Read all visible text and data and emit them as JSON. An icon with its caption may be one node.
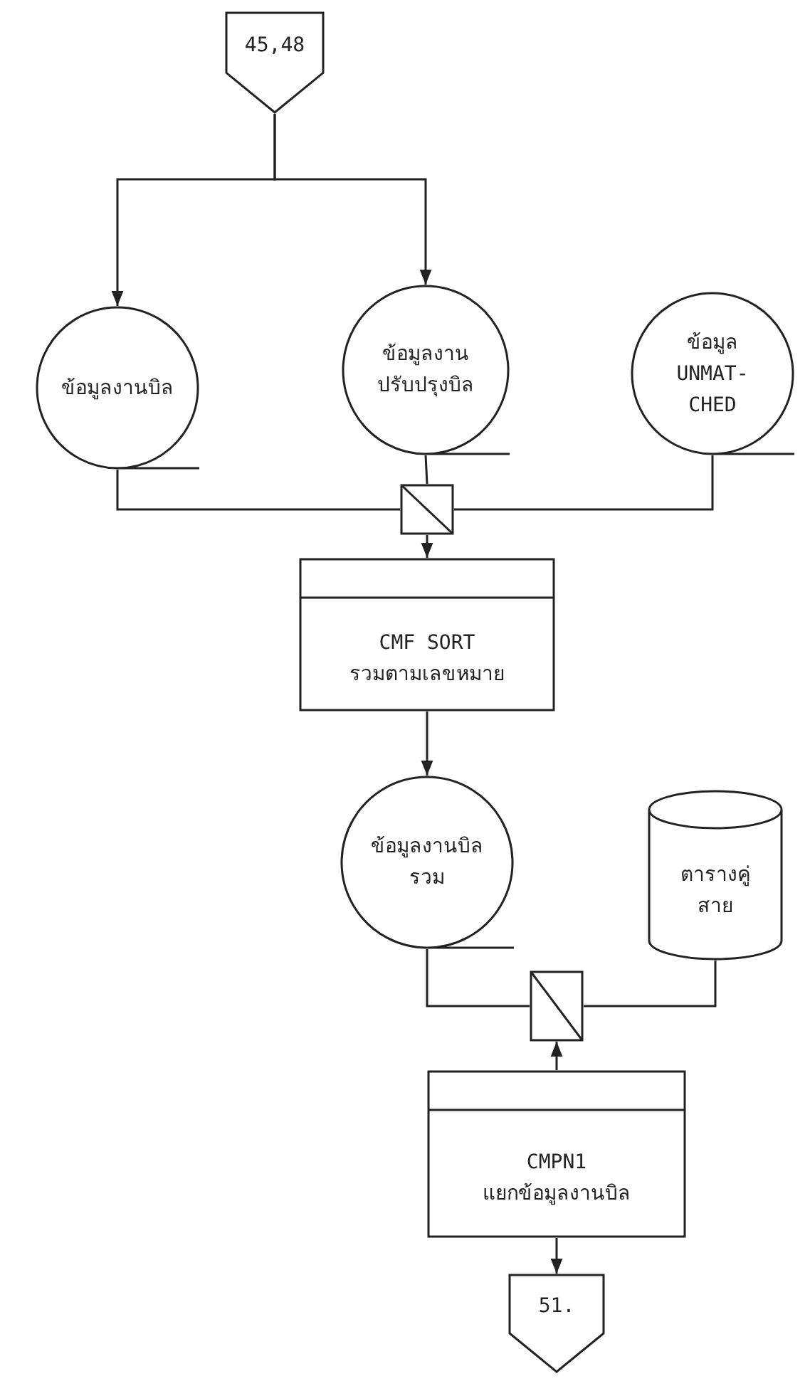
{
  "diagram": {
    "nodes": [
      {
        "text": [
          "45,48"
        ]
      },
      {
        "text": [
          "ข้อมูลงานบิล"
        ]
      },
      {
        "text": [
          "ข้อมูลงานปรับปรุงบิล"
        ]
      },
      {
        "text": [
          "ข้อมูล UNMAT-CHED"
        ]
      },
      {
        "text": [],
        "shape": "box"
      },
      {
        "text": [
          "CMF SORT",
          "รวมตามเลขหมาย"
        ]
      },
      {
        "text": [
          "ข้อมูลงานบิลรวม"
        ]
      },
      {
        "text": [
          "ตารางคู่สาย"
        ]
      },
      {
        "text": [],
        "shape": "box"
      },
      {
        "text": [
          "CMPN1",
          "แยกข้อมูลงานบิล"
        ]
      },
      {
        "text": [
          "51."
        ]
      }
    ],
    "edges": [
      {
        "from": 0,
        "to": 1,
        "arrow": "to"
      },
      {
        "from": 0,
        "to": 2,
        "arrow": "to"
      },
      {
        "from": 1,
        "to": 4,
        "arrow": "none"
      },
      {
        "from": 2,
        "to": 4,
        "arrow": "none"
      },
      {
        "from": 3,
        "to": 4,
        "arrow": "none"
      },
      {
        "from": 4,
        "to": 5,
        "arrow": "to"
      },
      {
        "from": 5,
        "to": 6,
        "arrow": "to"
      },
      {
        "from": 6,
        "to": 8,
        "arrow": "none"
      },
      {
        "from": 7,
        "to": 8,
        "arrow": "none"
      },
      {
        "from": 9,
        "to": 8,
        "arrow": "to"
      },
      {
        "from": 9,
        "to": 10,
        "arrow": "to"
      }
    ]
  }
}
